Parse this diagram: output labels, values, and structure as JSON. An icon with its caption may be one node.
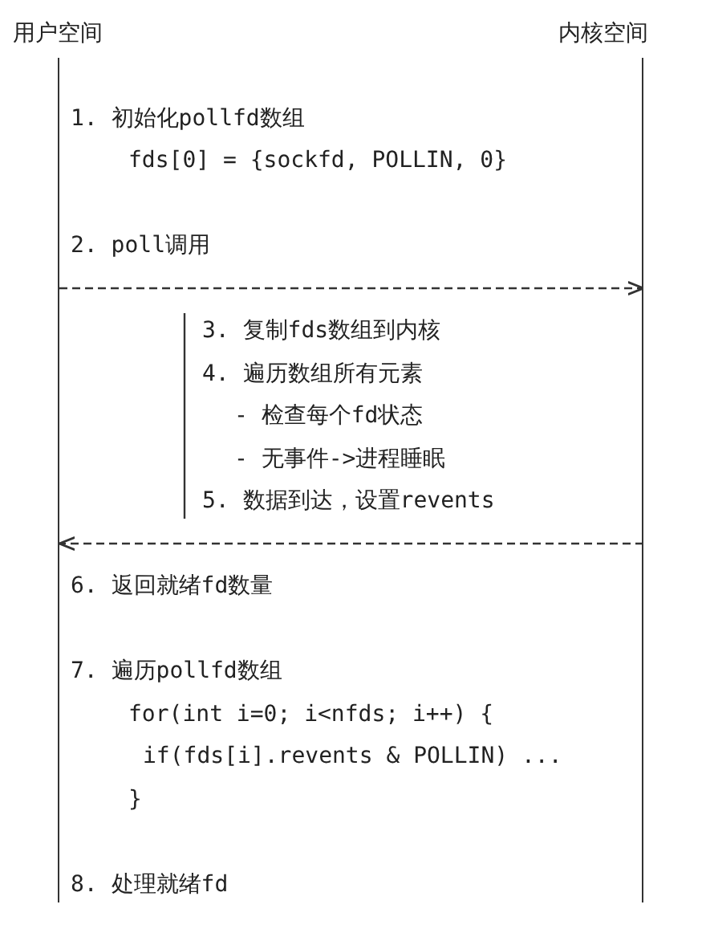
{
  "diagram": {
    "nodes": [
      {
        "text": [
          "用户空间"
        ]
      },
      {
        "text": [
          "内核空间"
        ]
      }
    ],
    "edges": [
      {
        "from": 0,
        "to": 1,
        "arrow": "to",
        "style": "dashed"
      },
      {
        "from": 1,
        "to": 0,
        "arrow": "to",
        "style": "dashed"
      }
    ],
    "labels": [
      "1. 初始化pollfd数组",
      "fds[0] = {sockfd, POLLIN, 0}",
      "2. poll调用",
      "3. 复制fds数组到内核",
      "4. 遍历数组所有元素",
      "- 检查每个fd状态",
      "- 无事件->进程睡眠",
      "5. 数据到达，设置revents",
      "6. 返回就绪fd数量",
      "7. 遍历pollfd数组",
      "for(int i=0; i<nfds; i++) {",
      "if(fds[i].revents & POLLIN) ...",
      "}",
      "8. 处理就绪fd"
    ]
  }
}
